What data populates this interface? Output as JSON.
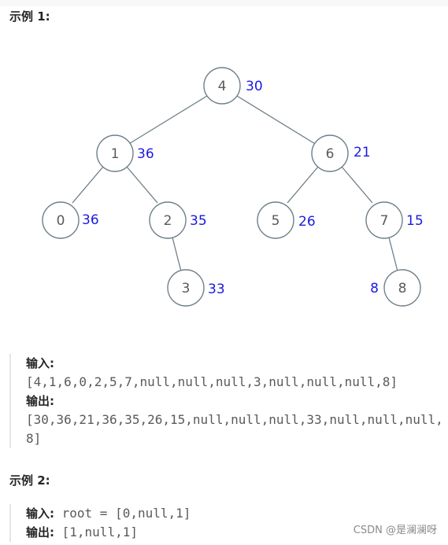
{
  "example1": {
    "heading": "示例 1:",
    "input_label": "输入:",
    "input_value": "[4,1,6,0,2,5,7,null,null,null,3,null,null,null,8]",
    "output_label": "输出:",
    "output_value": "[30,36,21,36,35,26,15,null,null,null,33,null,null,null,8]"
  },
  "tree": {
    "nodes": [
      {
        "id": "n4",
        "value": "4",
        "sum": "30"
      },
      {
        "id": "n1",
        "value": "1",
        "sum": "36"
      },
      {
        "id": "n6",
        "value": "6",
        "sum": "21"
      },
      {
        "id": "n0",
        "value": "0",
        "sum": "36"
      },
      {
        "id": "n2",
        "value": "2",
        "sum": "35"
      },
      {
        "id": "n5",
        "value": "5",
        "sum": "26"
      },
      {
        "id": "n7",
        "value": "7",
        "sum": "15"
      },
      {
        "id": "n3",
        "value": "3",
        "sum": "33"
      },
      {
        "id": "n8",
        "value": "8",
        "sum": "8"
      }
    ],
    "node_stroke_color": "#6f7f88",
    "sum_color": "#1a1adf"
  },
  "example2": {
    "heading": "示例 2:",
    "input_label": "输入:",
    "input_value": "root = [0,null,1]",
    "output_label": "输出:",
    "output_value": "[1,null,1]"
  },
  "watermark": "CSDN @是澜澜呀"
}
